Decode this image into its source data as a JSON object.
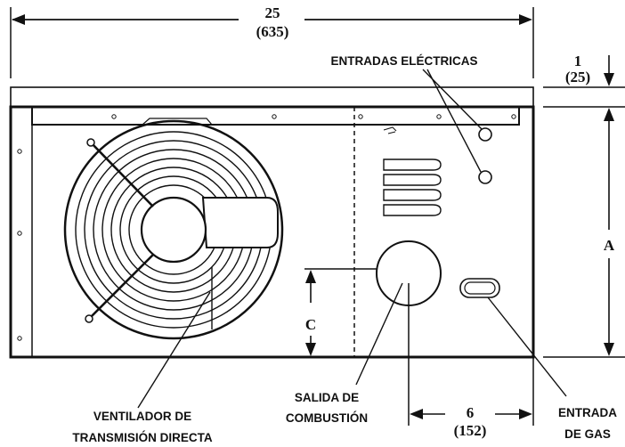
{
  "dimensions": {
    "width": {
      "value": "25",
      "metric": "(635)"
    },
    "top_flange": {
      "value": "1",
      "metric": "(25)"
    },
    "height": {
      "value": "A"
    },
    "vent_height": {
      "value": "C"
    },
    "gas_offset": {
      "value": "6",
      "metric": "(152)"
    }
  },
  "callouts": {
    "electrical": "ENTRADAS ELÉCTRICAS",
    "fan": [
      "VENTILADOR DE",
      "TRANSMISIÓN DIRECTA"
    ],
    "exhaust": [
      "SALIDA DE",
      "COMBUSTIÓN"
    ],
    "gas": [
      "ENTRADA",
      "DE GAS"
    ]
  }
}
